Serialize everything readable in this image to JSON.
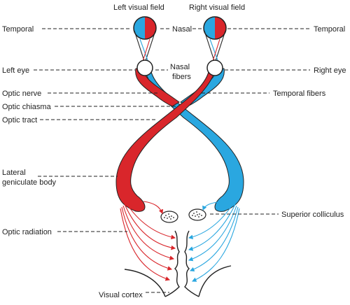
{
  "labels": {
    "left_visual_field": "Left visual field",
    "right_visual_field": "Right visual field",
    "temporal_left": "Temporal",
    "nasal": "Nasal",
    "temporal_right": "Temporal",
    "left_eye": "Left eye",
    "nasal_fibers_1": "Nasal",
    "nasal_fibers_2": "fibers",
    "right_eye": "Right eye",
    "optic_nerve": "Optic nerve",
    "temporal_fibers": "Temporal fibers",
    "optic_chiasma": "Optic chiasma",
    "optic_tract": "Optic tract",
    "lateral_geniculate_1": "Lateral",
    "lateral_geniculate_2": "geniculate body",
    "superior_colliculus": "Superior colliculus",
    "optic_radiation": "Optic radiation",
    "visual_cortex": "Visual cortex"
  },
  "colors": {
    "red": "#d9262b",
    "blue": "#2aa7e0",
    "line": "#222222"
  }
}
